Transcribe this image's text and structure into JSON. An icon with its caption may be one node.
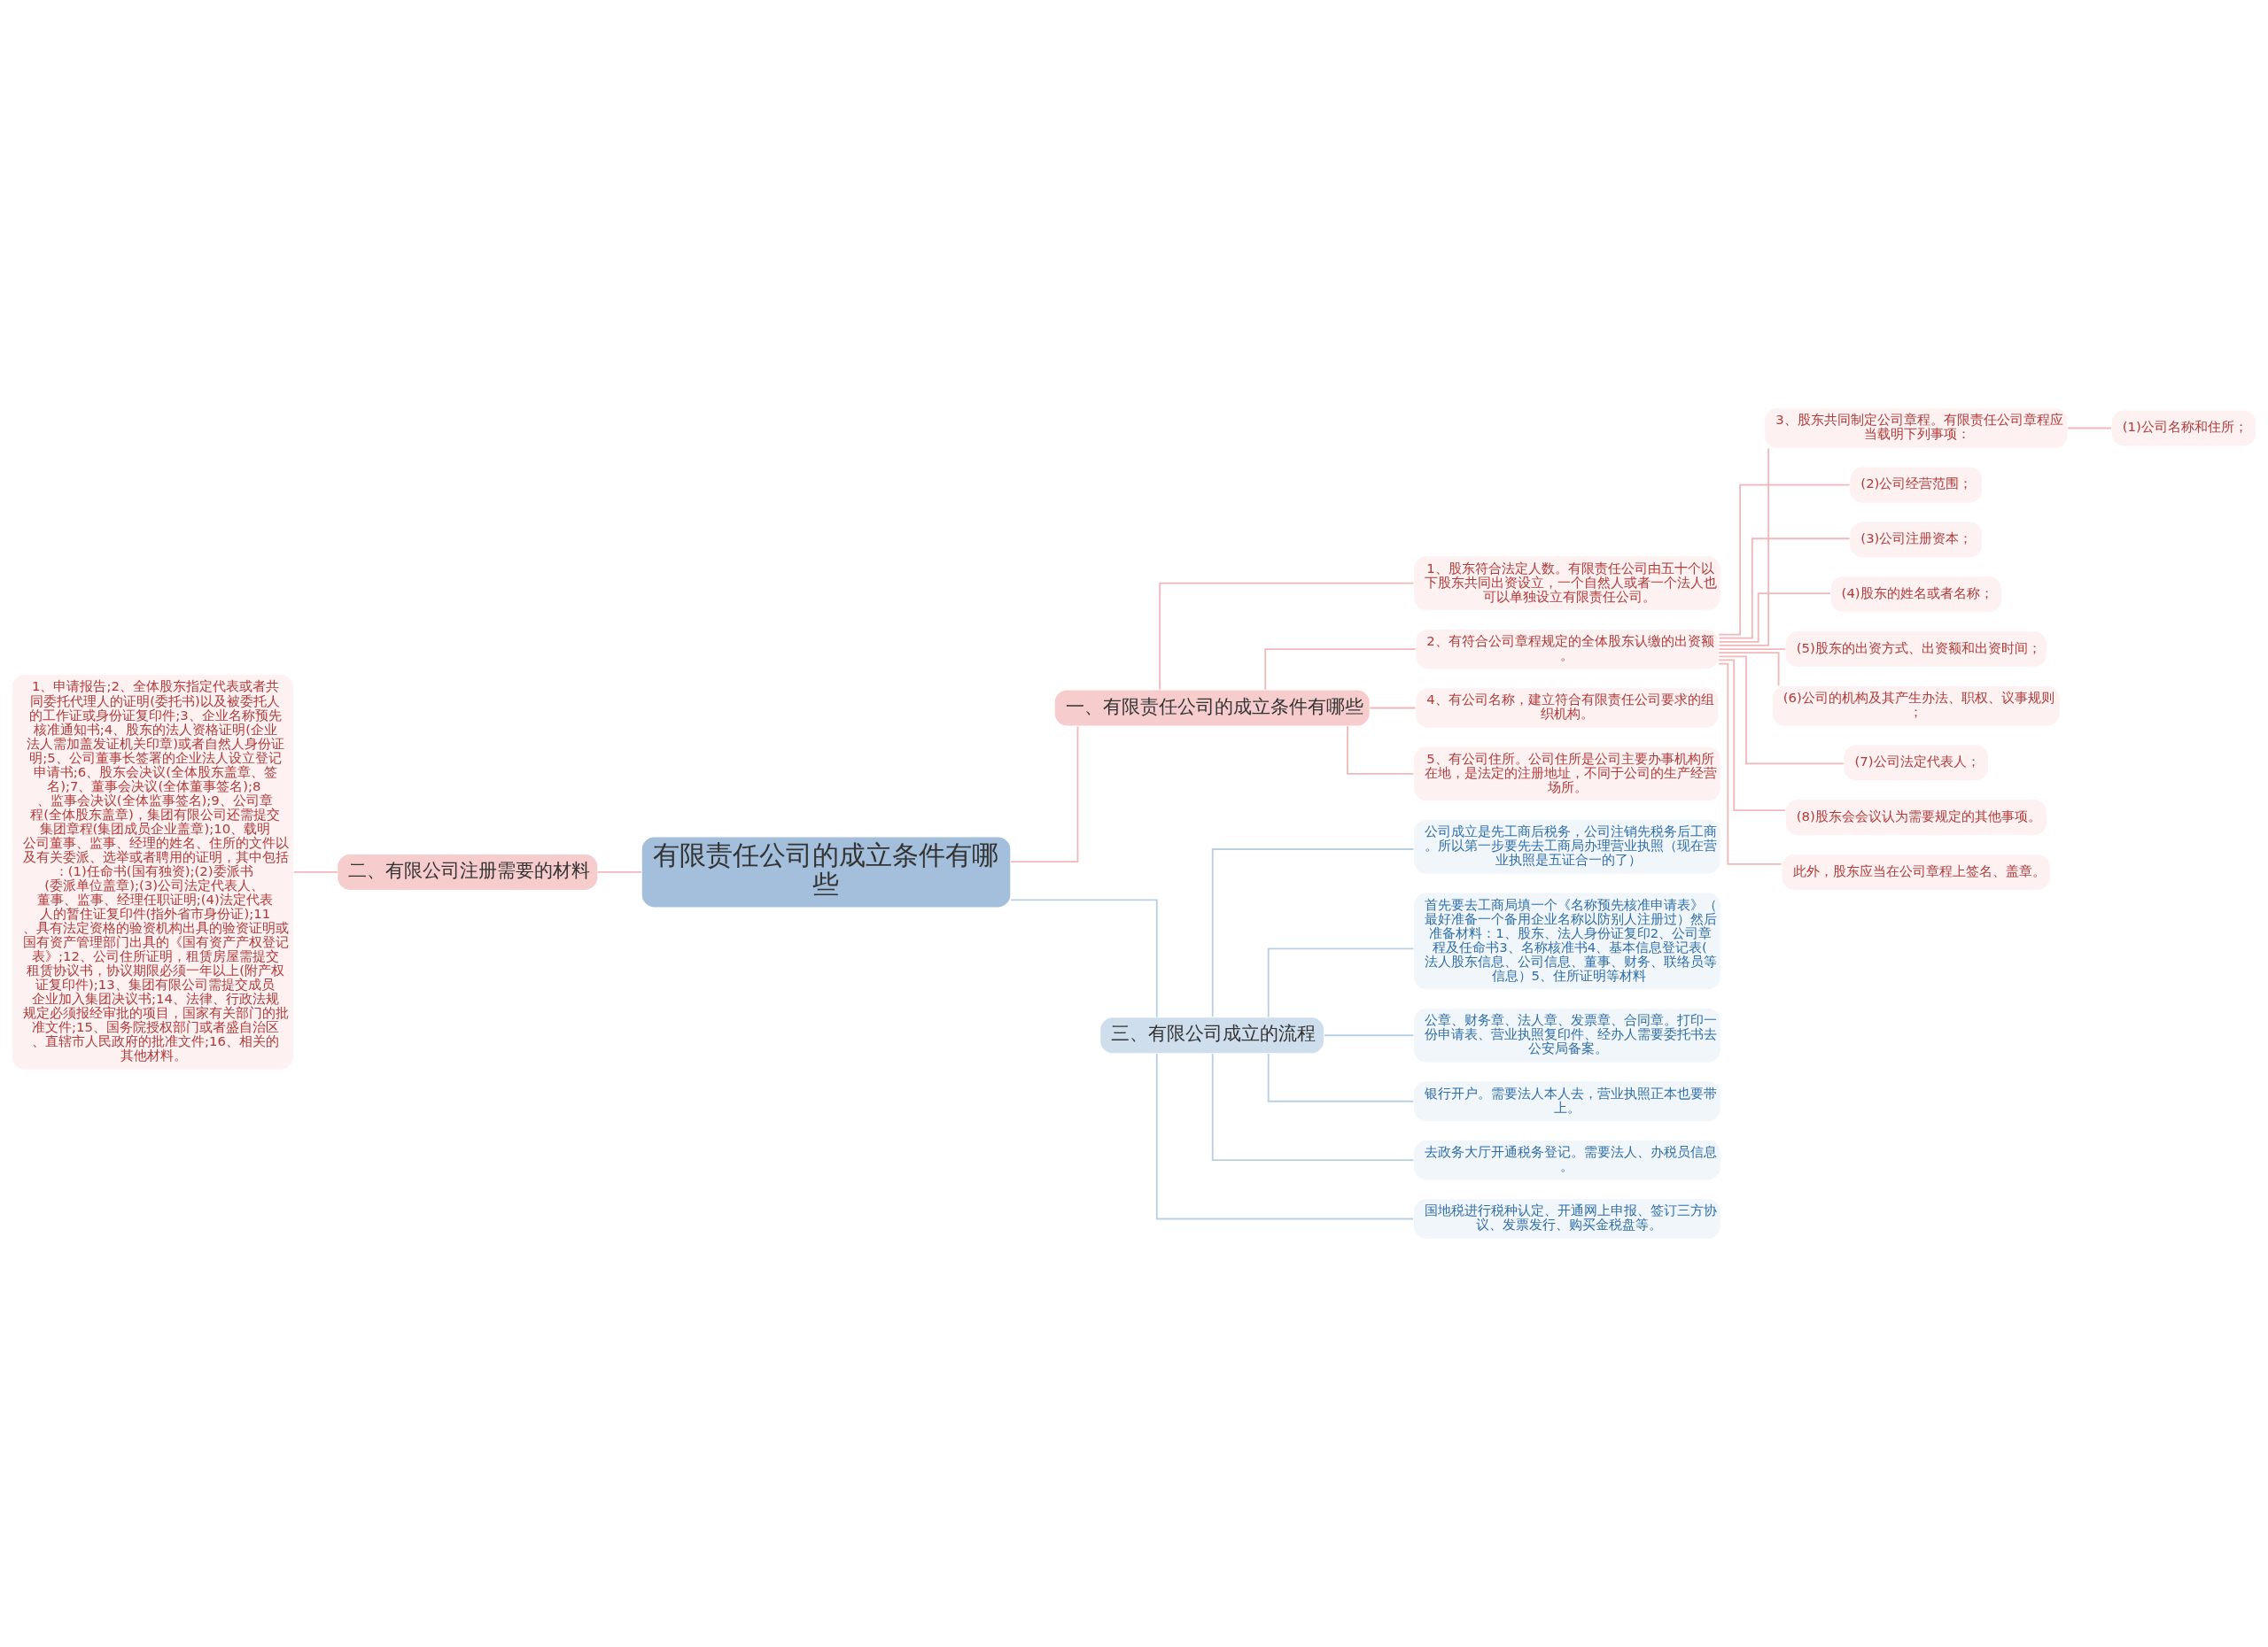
{
  "diagram": {
    "nodes": [
      {
        "text": [
          "有限责任公司的成立条件有哪些"
        ]
      },
      {
        "text": [
          "一、有限责任公司的成立条件有哪些"
        ]
      },
      {
        "text": [
          "1、股东符合法定人数。有限责任公司由五十个以下股东共同出资设立，一个自然人或者一个法人也可以单独设立有限责任公司。"
        ]
      },
      {
        "text": [
          "2、有符合公司章程规定的全体股东认缴的出资额。"
        ]
      },
      {
        "text": [
          "3、股东共同制定公司章程。有限责任公司章程应当载明下列事项："
        ]
      },
      {
        "text": [
          "(1)公司名称和住所；"
        ]
      },
      {
        "text": [
          "(2)公司经营范围；"
        ]
      },
      {
        "text": [
          "(3)公司注册资本；"
        ]
      },
      {
        "text": [
          "(4)股东的姓名或者名称；"
        ]
      },
      {
        "text": [
          "(5)股东的出资方式、出资额和出资时间；"
        ]
      },
      {
        "text": [
          "(6)公司的机构及其产生办法、职权、议事规则；"
        ]
      },
      {
        "text": [
          "(7)公司法定代表人；"
        ]
      },
      {
        "text": [
          "(8)股东会会议认为需要规定的其他事项。"
        ]
      },
      {
        "text": [
          "此外，股东应当在公司章程上签名、盖章。"
        ]
      },
      {
        "text": [
          "4、有公司名称，建立符合有限责任公司要求的组织机构。"
        ]
      },
      {
        "text": [
          "5、有公司住所。公司住所是公司主要办事机构所在地，是法定的注册地址，不同于公司的生产经营场所。"
        ]
      },
      {
        "text": [
          "二、有限公司注册需要的材料"
        ]
      },
      {
        "text": [
          "1、申请报告;2、全体股东指定代表或者共同委托代理人的证明(委托书)以及被委托人的工作证或身份证复印件;3、企业名称预先核准通知书;4、股东的法人资格证明(企业法人需加盖发证机关印章)或者自然人身份证明;5、公司董事长签署的企业法人设立登记申请书;6、股东会决议(全体股东盖章、签名);7、董事会决议(全体董事签名);8、监事会决议(全体监事签名);9、公司章程(全体股东盖章)，集团有限公司还需提交集团章程(集团成员企业盖章);10、载明公司董事、监事、经理的姓名、住所的文件以及有关委派、选举或者聘用的证明，其中包括：(1)任命书(国有独资);(2)委派书(委派单位盖章);(3)公司法定代表人、董事、监事、经理任职证明;(4)法定代表人的暂住证复印件(指外省市身份证);11、具有法定资格的验资机构出具的验资证明或国有资产管理部门出具的《国有资产产权登记表》;12、公司住所证明，租赁房屋需提交租赁协议书，协议期限必须一年以上(附产权证复印件);13、集团有限公司需提交成员企业加入集团决议书;14、法律、行政法规规定必须报经审批的项目，国家有关部门的批准文件;15、国务院授权部门或者盛自治区、直辖市人民政府的批准文件;16、相关的其他材料。"
        ]
      },
      {
        "text": [
          "三、有限公司成立的流程"
        ]
      },
      {
        "text": [
          "公司成立是先工商后税务，公司注销先税务后工商。所以第一步要先去工商局办理营业执照（现在营业执照是五证合一的了）"
        ]
      },
      {
        "text": [
          "首先要去工商局填一个《名称预先核准申请表》（最好准备一个备用企业名称以防别人注册过）然后准备材料：1、股东、法人身份证复印2、公司章程及任命书3、名称核准书4、基本信息登记表(法人股东信息、公司信息、董事、财务、联络员等信息）5、住所证明等材料"
        ]
      },
      {
        "text": [
          "公章、财务章、法人章、发票章、合同章。打印一份申请表、营业执照复印件、经办人需要委托书去公安局备案。"
        ]
      },
      {
        "text": [
          "银行开户。需要法人本人去，营业执照正本也要带上。"
        ]
      },
      {
        "text": [
          "去政务大厅开通税务登记。需要法人、办税员信息。"
        ]
      },
      {
        "text": [
          "国地税进行税种认定、开通网上申报、签订三方协议、发票发行、购买金税盘等。"
        ]
      }
    ],
    "edges": [
      {
        "from": 0,
        "to": 1,
        "arrow": "none"
      },
      {
        "from": 1,
        "to": 2,
        "arrow": "none"
      },
      {
        "from": 1,
        "to": 3,
        "arrow": "none"
      },
      {
        "from": 3,
        "to": 4,
        "arrow": "none"
      },
      {
        "from": 4,
        "to": 5,
        "arrow": "none"
      },
      {
        "from": 3,
        "to": 6,
        "arrow": "none"
      },
      {
        "from": 3,
        "to": 7,
        "arrow": "none"
      },
      {
        "from": 3,
        "to": 8,
        "arrow": "none"
      },
      {
        "from": 3,
        "to": 9,
        "arrow": "none"
      },
      {
        "from": 3,
        "to": 10,
        "arrow": "none"
      },
      {
        "from": 3,
        "to": 11,
        "arrow": "none"
      },
      {
        "from": 3,
        "to": 12,
        "arrow": "none"
      },
      {
        "from": 3,
        "to": 13,
        "arrow": "none"
      },
      {
        "from": 1,
        "to": 14,
        "arrow": "none"
      },
      {
        "from": 1,
        "to": 15,
        "arrow": "none"
      },
      {
        "from": 0,
        "to": 16,
        "arrow": "none"
      },
      {
        "from": 16,
        "to": 17,
        "arrow": "none"
      },
      {
        "from": 0,
        "to": 18,
        "arrow": "none",
        "color": "#b9cfe3"
      },
      {
        "from": 18,
        "to": 19,
        "arrow": "none",
        "color": "#b9cfe3"
      },
      {
        "from": 18,
        "to": 20,
        "arrow": "none",
        "color": "#b9cfe3"
      },
      {
        "from": 18,
        "to": 21,
        "arrow": "none",
        "color": "#b9cfe3"
      },
      {
        "from": 18,
        "to": 22,
        "arrow": "none",
        "color": "#b9cfe3"
      },
      {
        "from": 18,
        "to": 23,
        "arrow": "none",
        "color": "#b9cfe3"
      },
      {
        "from": 18,
        "to": 24,
        "arrow": "none",
        "color": "#b9cfe3"
      }
    ]
  }
}
